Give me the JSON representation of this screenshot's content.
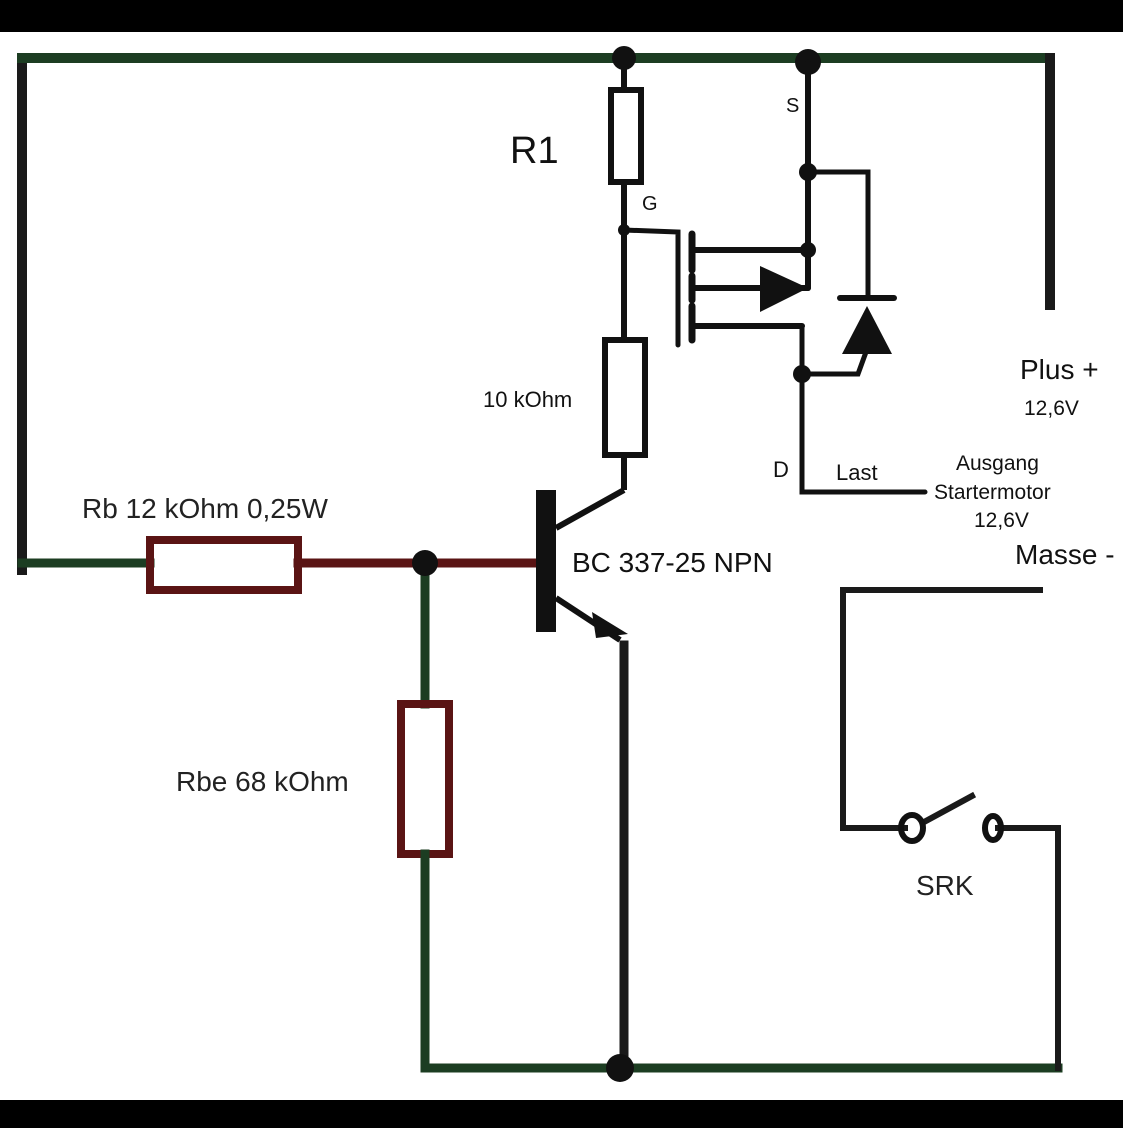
{
  "colors": {
    "background": "#000000",
    "paper": "#ffffff",
    "wire_green": "#1c3d22",
    "wire_dark": "#1a1a1a",
    "resistor_red": "#5a1414",
    "component": "#111111"
  },
  "labels": {
    "r1": "R1",
    "gate": "G",
    "source": "S",
    "drain": "D",
    "r10k": "10 kOhm",
    "load": "Last",
    "rb": "Rb 12 kOhm 0,25W",
    "transistor": "BC 337-25 NPN",
    "rbe": "Rbe 68 kOhm",
    "plus": "Plus +",
    "plus_voltage": "12,6V",
    "output_line1": "Ausgang",
    "output_line2": "Startermotor",
    "output_voltage": "12,6V",
    "ground": "Masse -",
    "switch": "SRK"
  }
}
